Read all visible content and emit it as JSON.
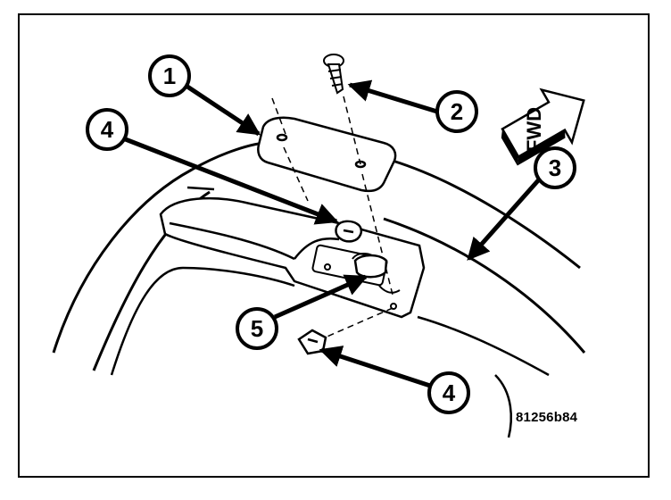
{
  "figure": {
    "id": "81256b84",
    "direction_label": "FWD",
    "callouts": [
      {
        "label": "1"
      },
      {
        "label": "2"
      },
      {
        "label": "3"
      },
      {
        "label": "4"
      },
      {
        "label": "5"
      },
      {
        "label": "4"
      }
    ]
  },
  "colors": {
    "line": "#000000",
    "background": "#ffffff"
  }
}
